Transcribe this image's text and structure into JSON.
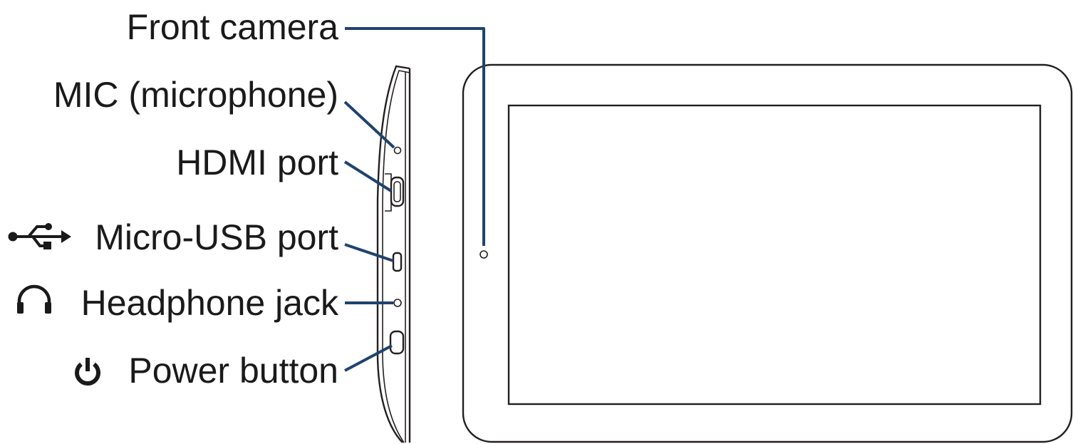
{
  "labels": {
    "front_camera": "Front camera",
    "mic": "MIC (microphone)",
    "hdmi": "HDMI port",
    "micro_usb": "Micro-USB port",
    "headphone": "Headphone jack",
    "power": "Power button"
  },
  "icons": {
    "usb": "usb-icon",
    "headphone": "headphone-icon",
    "power": "power-icon"
  },
  "colors": {
    "leader_line": "#1f4270",
    "outline": "#231f20",
    "text": "#1a1a1a"
  }
}
